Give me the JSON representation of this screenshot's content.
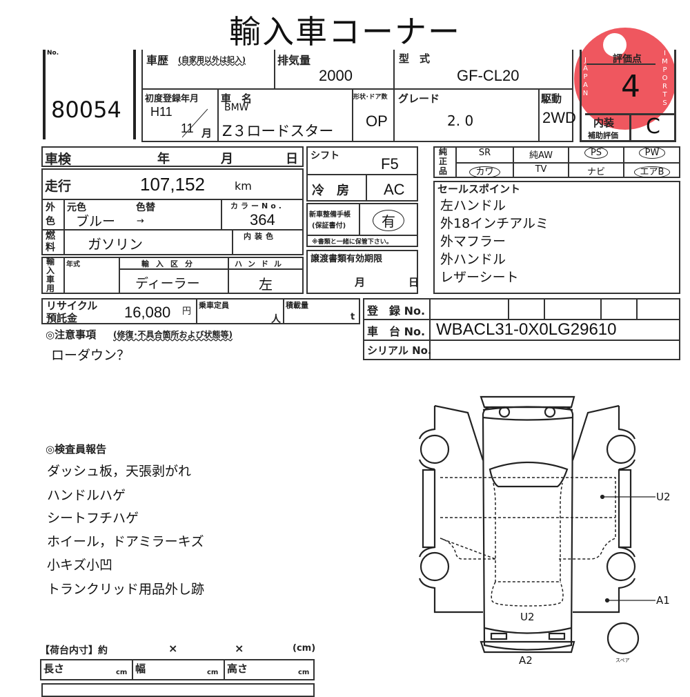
{
  "title": "輸入車コーナー",
  "lot": {
    "label": "No.",
    "value": "80054"
  },
  "history": {
    "label": "車歴",
    "note": "(自家用以外は記入)"
  },
  "displacement": {
    "label": "排気量",
    "value": "2000"
  },
  "model_code": {
    "label": "型　式",
    "value": "GF-CL20"
  },
  "first_reg": {
    "label": "初度登録年月",
    "era_year": "H11",
    "month": "11",
    "month_unit": "月"
  },
  "car_name": {
    "label": "車　名",
    "maker": "BMW",
    "model": "Z３ロードスター"
  },
  "body_doors": {
    "label": "形状･ドア数",
    "value": "OP"
  },
  "grade": {
    "label": "グレード",
    "value": "2. 0"
  },
  "drive": {
    "label": "駆動",
    "value": "2WD"
  },
  "score": {
    "label": "評価点",
    "value": "4",
    "interior_label": "内装",
    "interior_sub": "補助評価",
    "interior_value": "C"
  },
  "watermark": {
    "left": "JAPAN",
    "right": "IMPORTS"
  },
  "inspection": {
    "label": "車検",
    "y": "年",
    "m": "月",
    "d": "日"
  },
  "mileage": {
    "label": "走行",
    "value": "107,152",
    "unit": "km"
  },
  "color": {
    "label": "外色",
    "orig_label": "元色",
    "orig": "ブルー",
    "change_label": "色替",
    "change": "→",
    "code_label": "カラーNo.",
    "code": "364"
  },
  "fuel": {
    "label": "燃料",
    "value": "ガソリン",
    "interior_color_label": "内装色"
  },
  "import": {
    "label": "輸入車用",
    "year_label": "年式",
    "type_label": "輸入区分",
    "type": "ディーラー",
    "handle_label": "ハンドル",
    "handle": "左"
  },
  "shift": {
    "label": "シフト",
    "value": "F5"
  },
  "ac": {
    "label": "冷　房",
    "value": "AC"
  },
  "service_book": {
    "label1": "新車整備手帳",
    "label2": "(保証書付)",
    "value": "有",
    "note": "※書類と一緒に保管下さい。"
  },
  "transfer": {
    "label": "譲渡書類有効期限",
    "m": "月",
    "d": "日"
  },
  "equipment": {
    "label": "純正品",
    "items": [
      {
        "name": "SR",
        "circled": false
      },
      {
        "name": "純AW",
        "circled": false
      },
      {
        "name": "PS",
        "circled": true
      },
      {
        "name": "PW",
        "circled": true
      },
      {
        "name": "カワ",
        "circled": true
      },
      {
        "name": "TV",
        "circled": false
      },
      {
        "name": "ナビ",
        "circled": false
      },
      {
        "name": "エアB",
        "circled": true
      }
    ]
  },
  "sales_points": {
    "label": "セールスポイント",
    "items": [
      "左ハンドル",
      "外18インチアルミ",
      "外マフラー",
      "外ハンドル",
      "レザーシート"
    ]
  },
  "recycle": {
    "label1": "リサイクル",
    "label2": "預託金",
    "value": "16,080",
    "unit": "円"
  },
  "capacity": {
    "label": "乗車定員",
    "unit": "人"
  },
  "load": {
    "label": "積載量",
    "unit": "t"
  },
  "registration": {
    "reg_label": "登　録 No.",
    "chassis_label": "車　台 No.",
    "chassis": "WBACL31-0X0LG29610",
    "serial_label": "シリアル No."
  },
  "notes": {
    "label": "◎注意事項",
    "sub": "(修復･不具合箇所および状態等)",
    "text": "ローダウン？"
  },
  "inspector": {
    "label": "◎検査員報告",
    "items": [
      "ダッシュ板，天張剥がれ",
      "ハンドルハゲ",
      "シートフチハゲ",
      "ホイール，ドアミラーキズ",
      "小キズ小凹",
      "トランクリッド用品外し跡"
    ]
  },
  "diagram": {
    "marks": [
      "U2",
      "A1",
      "U2",
      "A2"
    ],
    "spare": "スペア"
  },
  "cargo": {
    "label": "【荷台内寸】約",
    "x": "×",
    "unit": "(cm)",
    "length": "長さ",
    "width": "幅",
    "height": "高さ",
    "cm": "cm"
  }
}
